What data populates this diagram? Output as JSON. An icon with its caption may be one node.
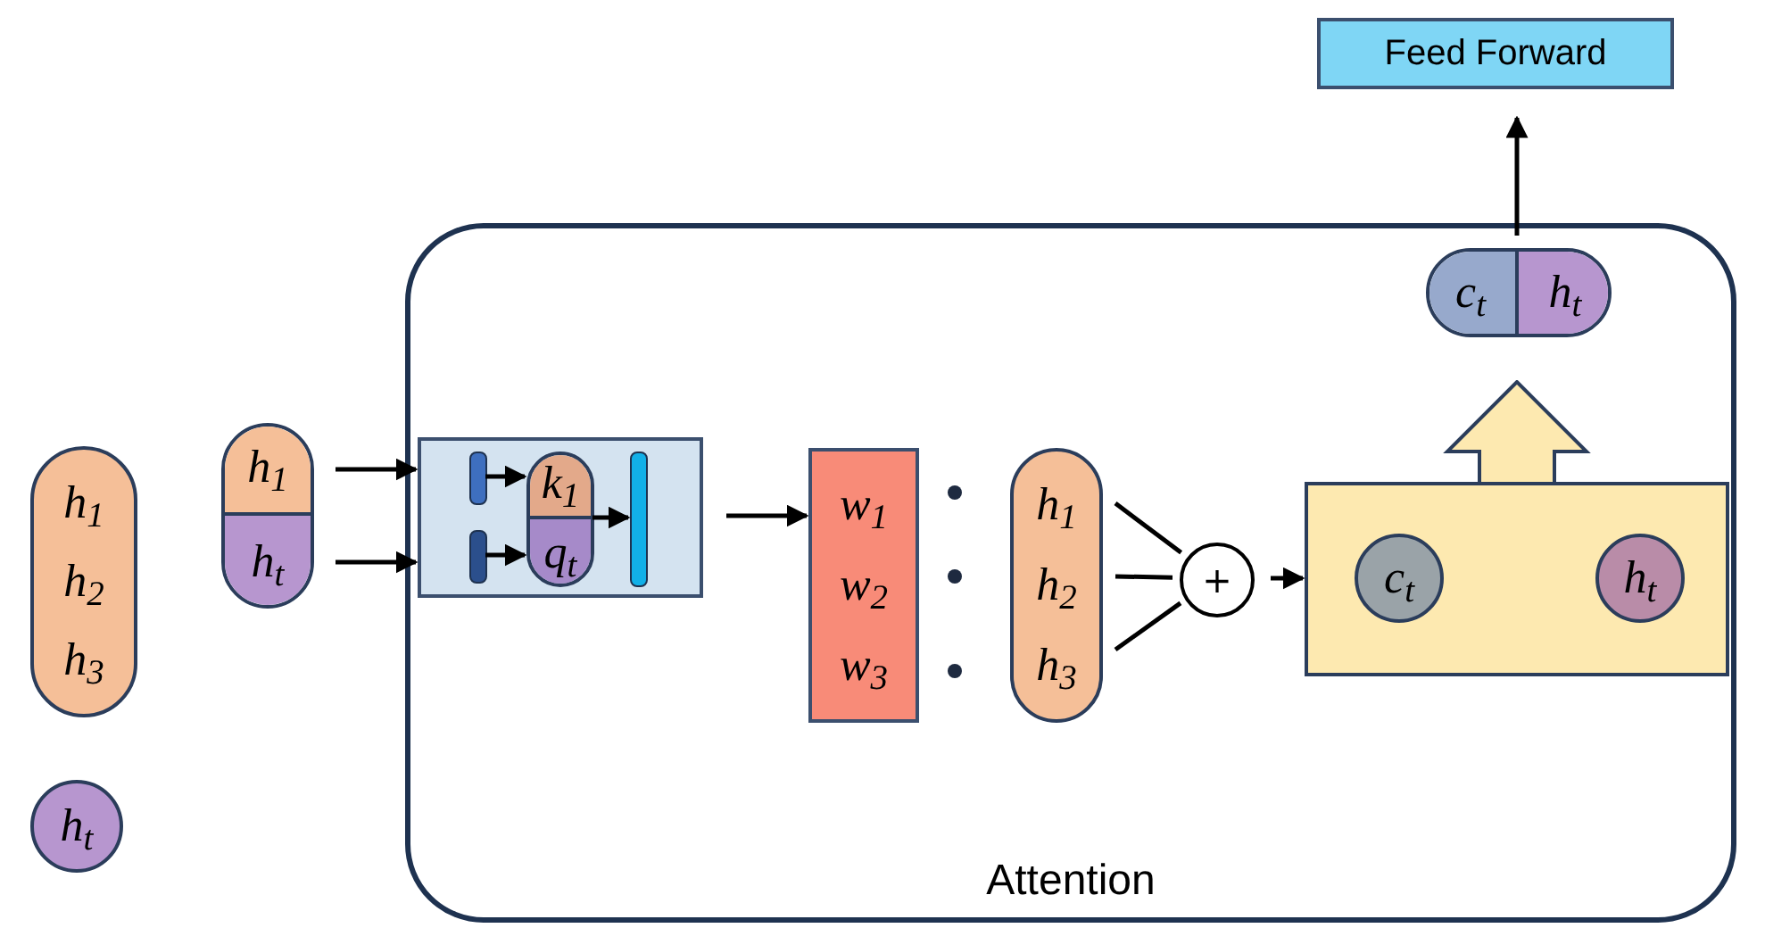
{
  "diagram": {
    "nodes": [
      {
        "text": [
          "h$_{1}$",
          "h$_{2}$",
          "h$_{3}$"
        ]
      },
      {
        "text": [
          "h$_{t}$"
        ]
      },
      {
        "text": [],
        "shape": "capsule"
      },
      {
        "text": [
          "h$_{1}$"
        ],
        "in": 2
      },
      {
        "text": [
          "h$_{t}$"
        ],
        "in": 2
      },
      {
        "text": [
          "Attention"
        ]
      },
      {
        "text": [],
        "shape": "box",
        "in": 5
      },
      {
        "text": [],
        "shape": "bar",
        "in": 6
      },
      {
        "text": [],
        "shape": "bar",
        "in": 6
      },
      {
        "text": [],
        "shape": "capsule",
        "in": 6
      },
      {
        "text": [
          "k$_{1}$"
        ],
        "in": 9
      },
      {
        "text": [
          "q$_{t}$"
        ],
        "in": 9
      },
      {
        "text": [],
        "shape": "bar",
        "in": 6
      },
      {
        "text": [
          "w$_{1}$",
          "w$_{2}$",
          "w$_{3}$"
        ],
        "in": 5
      },
      {
        "text": [
          "h$_{1}$",
          "h$_{2}$",
          "h$_{3}$"
        ],
        "in": 5
      },
      {
        "text": [
          "+"
        ],
        "in": 5
      },
      {
        "text": [],
        "shape": "box",
        "in": 5
      },
      {
        "text": [
          "c$_{t}$"
        ],
        "in": 16
      },
      {
        "text": [
          "h$_{t}$"
        ],
        "in": 16
      },
      {
        "text": [],
        "shape": "capsule",
        "in": 5
      },
      {
        "text": [
          "c$_{t}$"
        ],
        "in": 19
      },
      {
        "text": [
          "h$_{t}$"
        ],
        "in": 19
      },
      {
        "text": [
          "Feed Forward"
        ]
      }
    ],
    "edges": [
      {
        "from": 3,
        "to": 6,
        "arrow": "to"
      },
      {
        "from": 4,
        "to": 6,
        "arrow": "to"
      },
      {
        "from": 7,
        "to": 10,
        "arrow": "to"
      },
      {
        "from": 8,
        "to": 11,
        "arrow": "to"
      },
      {
        "from": 9,
        "to": 12,
        "arrow": "to"
      },
      {
        "from": 6,
        "to": 13,
        "arrow": "to"
      },
      {
        "from": 14,
        "to": 15,
        "arrow": "none"
      },
      {
        "from": 14,
        "to": 15,
        "arrow": "none"
      },
      {
        "from": 14,
        "to": 15,
        "arrow": "none"
      },
      {
        "from": 15,
        "to": 16,
        "arrow": "to"
      },
      {
        "from": 19,
        "to": 22,
        "arrow": "to"
      }
    ]
  }
}
